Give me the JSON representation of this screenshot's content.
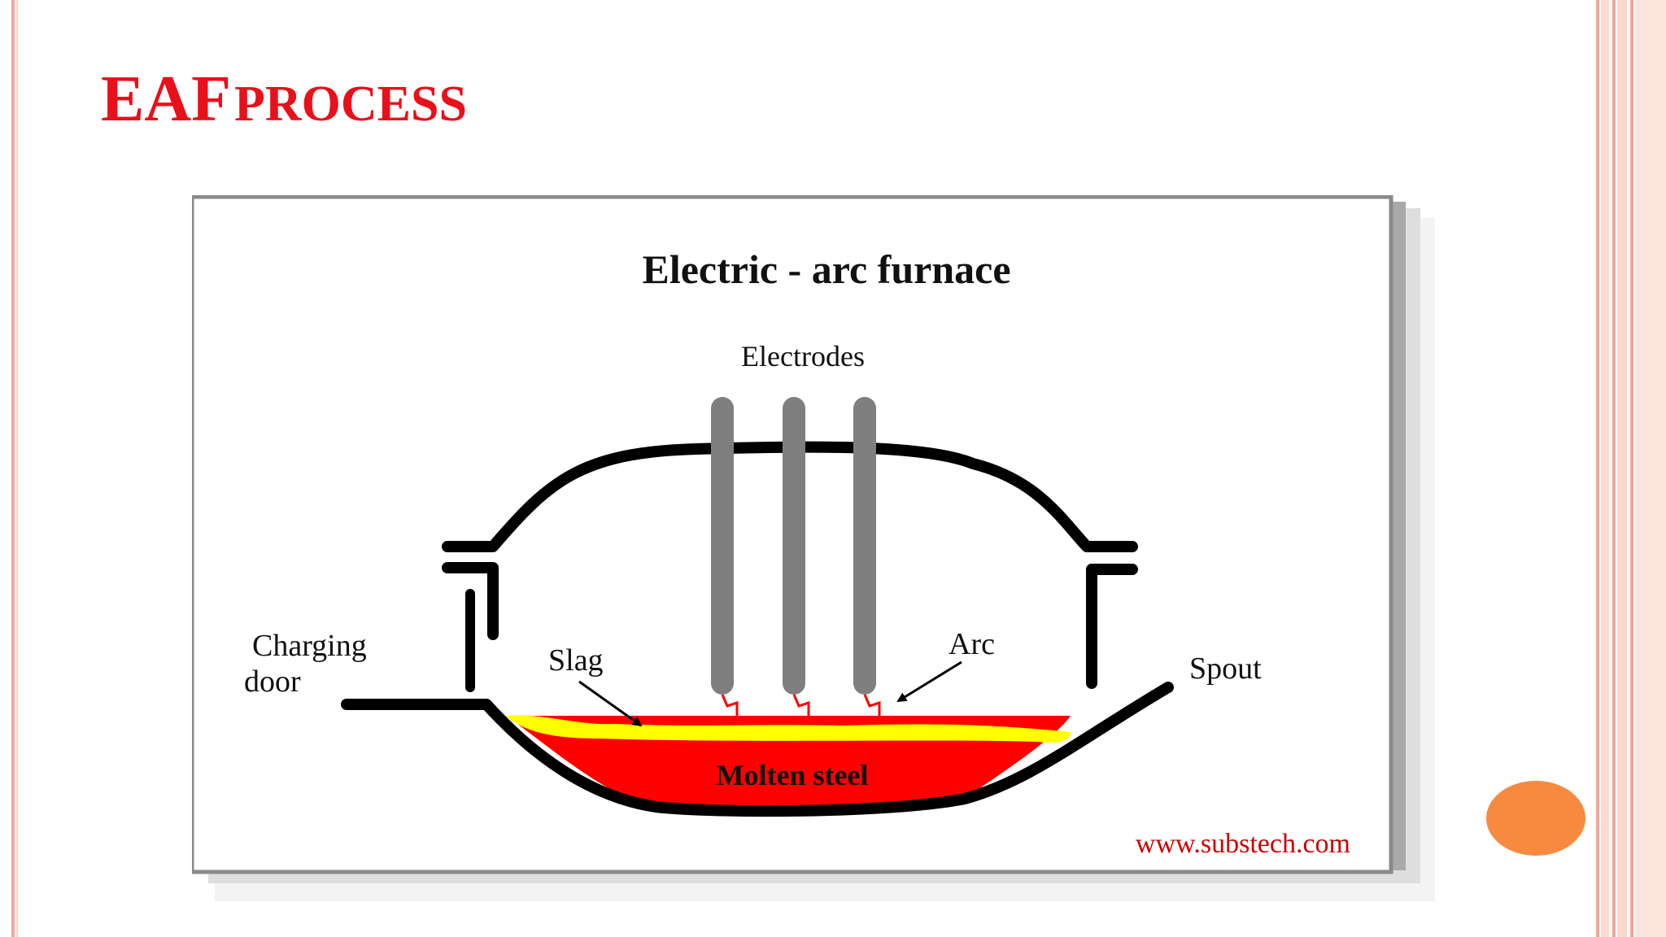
{
  "slide": {
    "title_main": "EAF",
    "title_sub": "PROCESS",
    "accent_color": "#e8101a",
    "border_color": "#f4a69a",
    "decor_dot_color": "#f78a3f"
  },
  "diagram": {
    "heading": "Electric - arc furnace",
    "labels": {
      "electrodes": "Electrodes",
      "charging_door_line1": "Charging",
      "charging_door_line2": "door",
      "slag": "Slag",
      "arc": "Arc",
      "spout": "Spout",
      "molten_steel": "Molten steel"
    },
    "source": "www.substech.com",
    "colors": {
      "molten_steel": "#ff0000",
      "slag": "#ffff00",
      "electrode": "#7f7f7f",
      "arc": "#ff0000",
      "source_text": "#cc0000"
    }
  }
}
